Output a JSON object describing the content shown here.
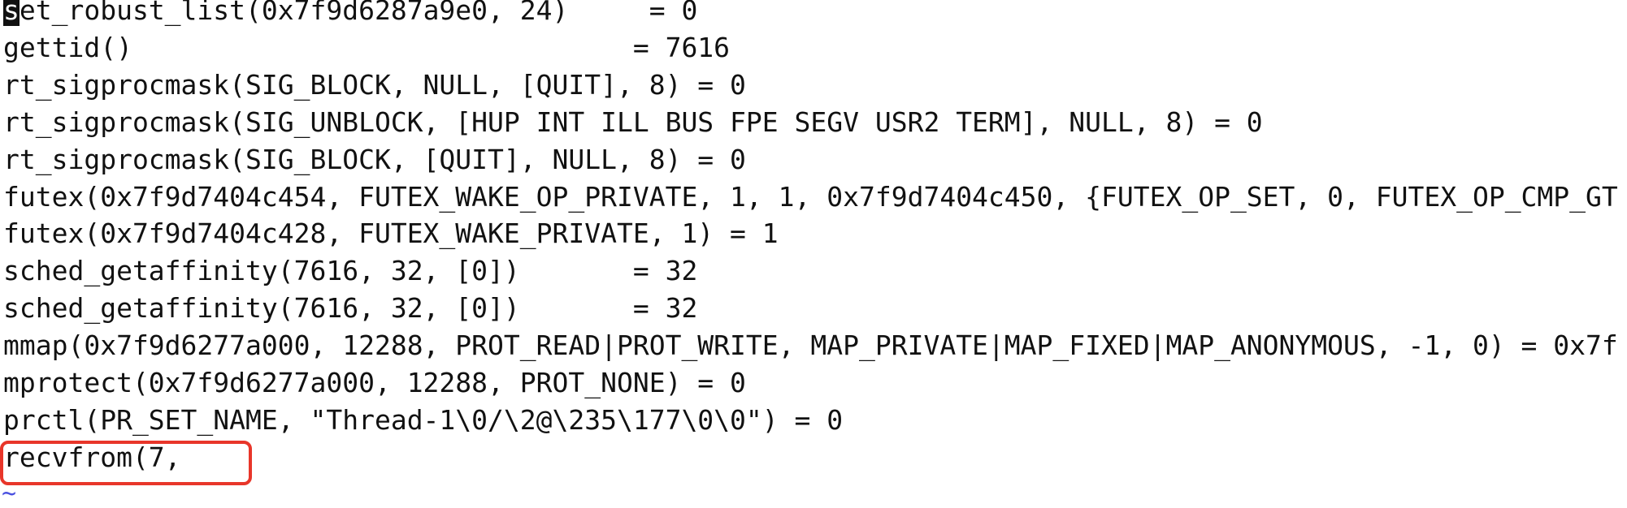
{
  "terminal": {
    "cursor_char": "s",
    "lines": [
      "et_robust_list(0x7f9d6287a9e0, 24)     = 0",
      "gettid()                               = 7616",
      "rt_sigprocmask(SIG_BLOCK, NULL, [QUIT], 8) = 0",
      "rt_sigprocmask(SIG_UNBLOCK, [HUP INT ILL BUS FPE SEGV USR2 TERM], NULL, 8) = 0",
      "rt_sigprocmask(SIG_BLOCK, [QUIT], NULL, 8) = 0",
      "futex(0x7f9d7404c454, FUTEX_WAKE_OP_PRIVATE, 1, 1, 0x7f9d7404c450, {FUTEX_OP_SET, 0, FUTEX_OP_CMP_GT",
      "futex(0x7f9d7404c428, FUTEX_WAKE_PRIVATE, 1) = 1",
      "sched_getaffinity(7616, 32, [0])       = 32",
      "sched_getaffinity(7616, 32, [0])       = 32",
      "mmap(0x7f9d6277a000, 12288, PROT_READ|PROT_WRITE, MAP_PRIVATE|MAP_FIXED|MAP_ANONYMOUS, -1, 0) = 0x7f",
      "mprotect(0x7f9d6277a000, 12288, PROT_NONE) = 0",
      "prctl(PR_SET_NAME, \"Thread-1\\0/\\2@\\235\\177\\0\\0\") = 0",
      "recvfrom(7,"
    ],
    "empty_line_marker": "~"
  },
  "colors": {
    "background": "#ffffff",
    "text": "#111111",
    "cursor": "#111111",
    "tilde": "#4a50e0",
    "highlight": "#e8362a"
  }
}
